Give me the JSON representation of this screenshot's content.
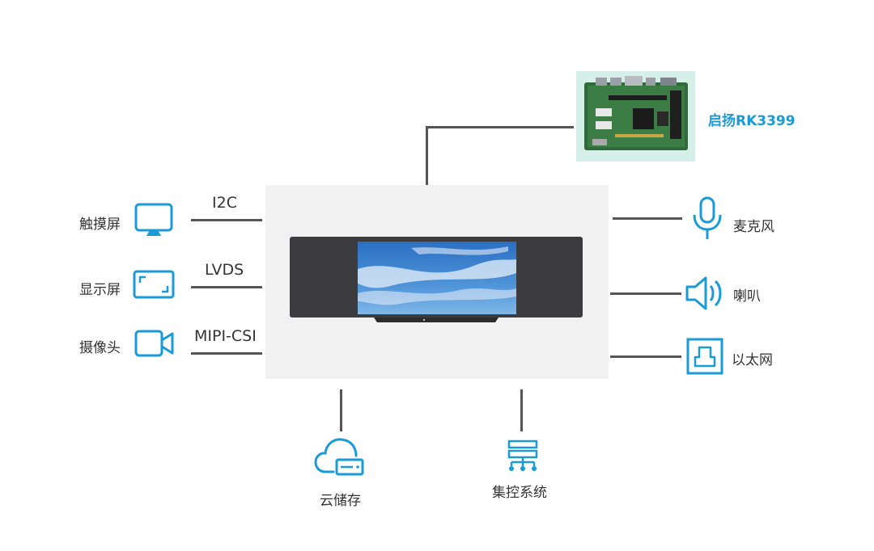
{
  "board": {
    "label": "启扬RK3399"
  },
  "left_devices": [
    {
      "name": "触摸屏",
      "protocol": "I2C",
      "icon": "monitor-icon"
    },
    {
      "name": "显示屏",
      "protocol": "LVDS",
      "icon": "display-frame-icon"
    },
    {
      "name": "摄像头",
      "protocol": "MIPI-CSI",
      "icon": "camera-icon"
    }
  ],
  "right_devices": [
    {
      "name": "麦克风",
      "icon": "microphone-icon"
    },
    {
      "name": "喇叭",
      "icon": "speaker-icon"
    },
    {
      "name": "以太网",
      "icon": "ethernet-port-icon"
    }
  ],
  "bottom_devices": [
    {
      "name": "云储存",
      "icon": "cloud-storage-icon"
    },
    {
      "name": "集控系统",
      "icon": "network-hierarchy-icon"
    }
  ],
  "colors": {
    "accent": "#1a9ad6",
    "line": "#555555",
    "panel": "#f1f1f1"
  }
}
